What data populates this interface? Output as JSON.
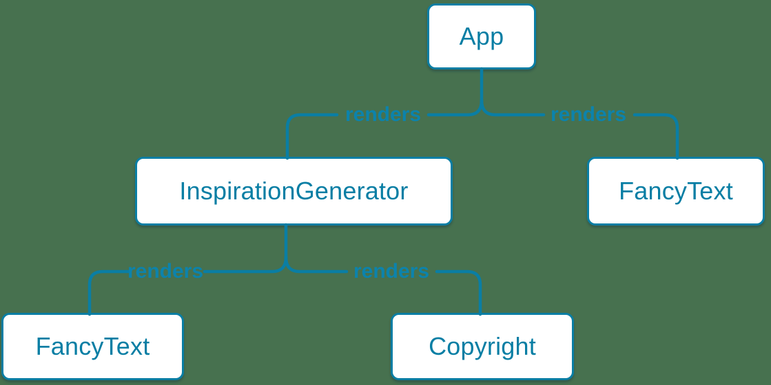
{
  "canvas": {
    "background_color": "#47714F",
    "accent_color": "#0A7EA4",
    "node_fill_color": "#FFFFFF"
  },
  "tree": {
    "nodes": [
      {
        "id": "app",
        "label": "App"
      },
      {
        "id": "inspiration-generator",
        "label": "InspirationGenerator"
      },
      {
        "id": "fancy-text-top",
        "label": "FancyText"
      },
      {
        "id": "fancy-text-bottom",
        "label": "FancyText"
      },
      {
        "id": "copyright",
        "label": "Copyright"
      }
    ],
    "edges": [
      {
        "from": "App",
        "to": "InspirationGenerator",
        "label": "renders"
      },
      {
        "from": "App",
        "to": "FancyText",
        "label": "renders"
      },
      {
        "from": "InspirationGenerator",
        "to": "FancyText",
        "label": "renders"
      },
      {
        "from": "InspirationGenerator",
        "to": "Copyright",
        "label": "renders"
      }
    ]
  }
}
